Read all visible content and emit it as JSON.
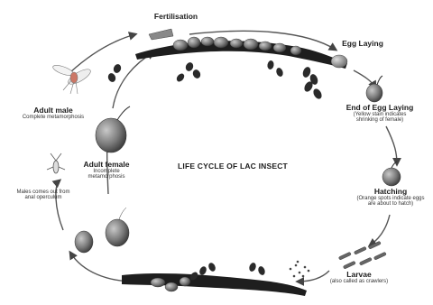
{
  "diagram": {
    "title": "LIFE CYCLE OF LAC INSECT",
    "stages": {
      "fertilisation": {
        "label": "Fertilisation"
      },
      "egg_laying": {
        "label": "Egg Laying"
      },
      "end_egg_laying": {
        "label": "End of Egg Laying",
        "note": "(Yellow stain indicates shrinking of female)"
      },
      "hatching": {
        "label": "Hatching",
        "note": "(Orange spots indicate eggs are about to hatch)"
      },
      "larvae": {
        "label": "Larvae",
        "note": "(also called as crawlers)"
      },
      "adult_male": {
        "label": "Adult male",
        "note": "Complete metamorphosis"
      },
      "adult_female": {
        "label": "Adult female",
        "note": "Incomplete metamorphosis"
      },
      "male_emerges": {
        "note": "Males comes out from anal operculum"
      }
    }
  }
}
